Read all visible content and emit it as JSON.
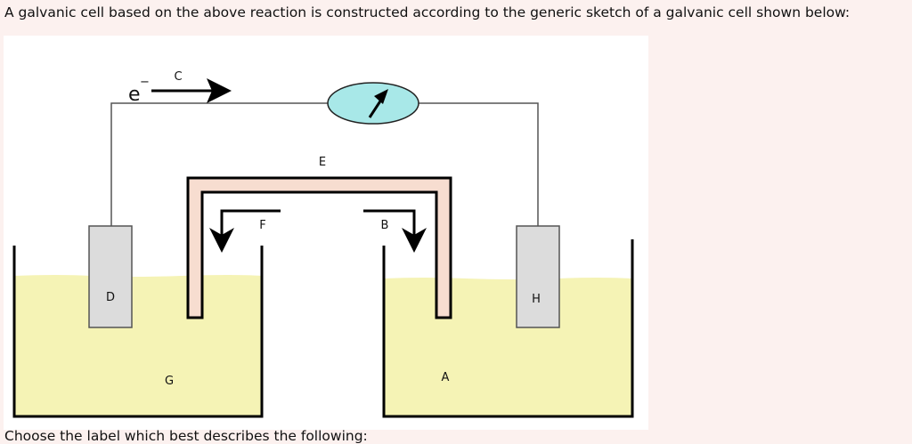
{
  "question": {
    "intro": "A galvanic cell based on the above reaction is constructed according to the generic sketch of a galvanic cell shown below:",
    "next_line": "Choose the label which best describes the following:"
  },
  "diagram": {
    "labels": {
      "a": "A",
      "b": "B",
      "c": "C",
      "d": "D",
      "e": "E",
      "f": "F",
      "g": "G",
      "h": "H",
      "electron": "e"
    },
    "electron_charge": "−",
    "colors": {
      "solution": "#f5f3b5",
      "voltmeter": "#a8e8e8",
      "electrode": "#dcdcdc",
      "salt_bridge": "#f7ddd0",
      "line": "#000000"
    }
  }
}
